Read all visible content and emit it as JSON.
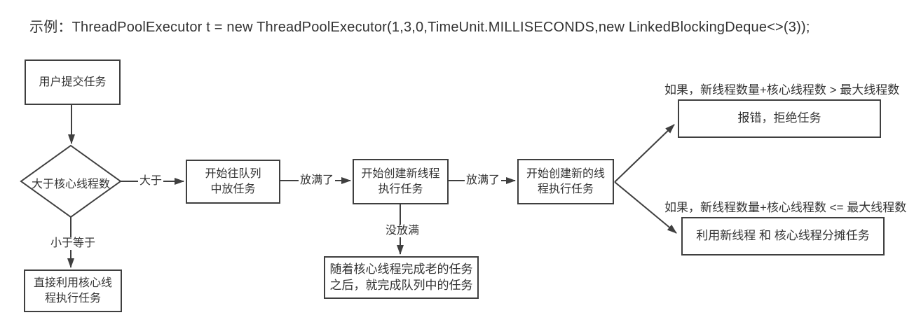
{
  "title": "示例：ThreadPoolExecutor t = new ThreadPoolExecutor(1,3,0,TimeUnit.MILLISECONDS,new LinkedBlockingDeque<>(3));",
  "nodes": {
    "user_submit": {
      "label": "用户提交任务"
    },
    "decision": {
      "label": "大于核心线程数"
    },
    "queue_put": {
      "lines": [
        "开始往队列",
        "中放任务"
      ]
    },
    "create_thread": {
      "lines": [
        "开始创建新线程",
        "执行任务"
      ]
    },
    "create_thread_2": {
      "lines": [
        "开始创建新的线",
        "程执行任务"
      ]
    },
    "core_direct": {
      "lines": [
        "直接利用核心线",
        "程执行任务"
      ]
    },
    "queue_done": {
      "lines": [
        "随着核心线程完成老的任务",
        "之后，就完成队列中的任务"
      ]
    },
    "reject": {
      "label": "报错，拒绝任务"
    },
    "share": {
      "label": "利用新线程 和 核心线程分摊任务"
    }
  },
  "edge_labels": {
    "greater": "大于",
    "less_equal": "小于等于",
    "full_1": "放满了",
    "full_2": "放满了",
    "not_full": "没放满",
    "cond_gt": "如果，新线程数量+核心线程数 > 最大线程数",
    "cond_le": "如果，新线程数量+核心线程数 <= 最大线程数"
  },
  "colors": {
    "line": "#3f3f3f",
    "text": "#333333",
    "bg": "#ffffff"
  }
}
